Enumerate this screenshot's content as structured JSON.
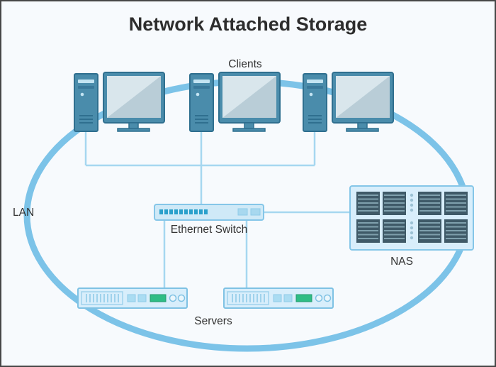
{
  "title": "Network Attached Storage",
  "labels": {
    "clients": "Clients",
    "lan": "LAN",
    "ethernet_switch": "Ethernet Switch",
    "nas": "NAS",
    "servers": "Servers"
  },
  "structure": {
    "client_count": 3,
    "server_count": 2,
    "connections": [
      "clients - ethernet switch",
      "ethernet switch - nas",
      "ethernet switch - servers"
    ]
  },
  "colors": {
    "background": "#f7fafd",
    "border": "#474747",
    "lan_ring": "#7cc3e8",
    "connector": "#a6d7f0",
    "device_fill": "#d8eefb",
    "device_stroke": "#85c6e8",
    "tower_fill": "#4a8cab",
    "drive_fill": "#3f5a68",
    "led_green": "#2ebd85",
    "title_text": "#2d2d2d",
    "label_text": "#333333"
  }
}
